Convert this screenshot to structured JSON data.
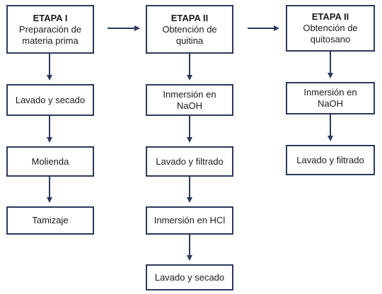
{
  "columns": [
    {
      "header": {
        "title": "ETAPA I",
        "lines": [
          "Preparación de",
          "materia prima"
        ]
      },
      "steps": [
        {
          "lines": [
            "Lavado y secado"
          ]
        },
        {
          "lines": [
            "Molienda"
          ]
        },
        {
          "lines": [
            "Tamizaje"
          ]
        }
      ]
    },
    {
      "header": {
        "title": "ETAPA II",
        "lines": [
          "Obtención de",
          "quitina"
        ]
      },
      "steps": [
        {
          "lines": [
            "Inmersión en",
            "NaOH"
          ]
        },
        {
          "lines": [
            "Lavado y filtrado"
          ]
        },
        {
          "lines": [
            "Inmersión en HCl"
          ]
        },
        {
          "lines": [
            "Lavado y secado"
          ]
        }
      ]
    },
    {
      "header": {
        "title": "ETAPA II",
        "lines": [
          "Obtención de",
          "quitosano"
        ]
      },
      "steps": [
        {
          "lines": [
            "Inmersión en",
            "NaOH"
          ]
        },
        {
          "lines": [
            "Lavado y filtrado"
          ]
        }
      ]
    }
  ],
  "colors": {
    "border": "#2a3a5c",
    "arrow": "#2a3a5c"
  }
}
